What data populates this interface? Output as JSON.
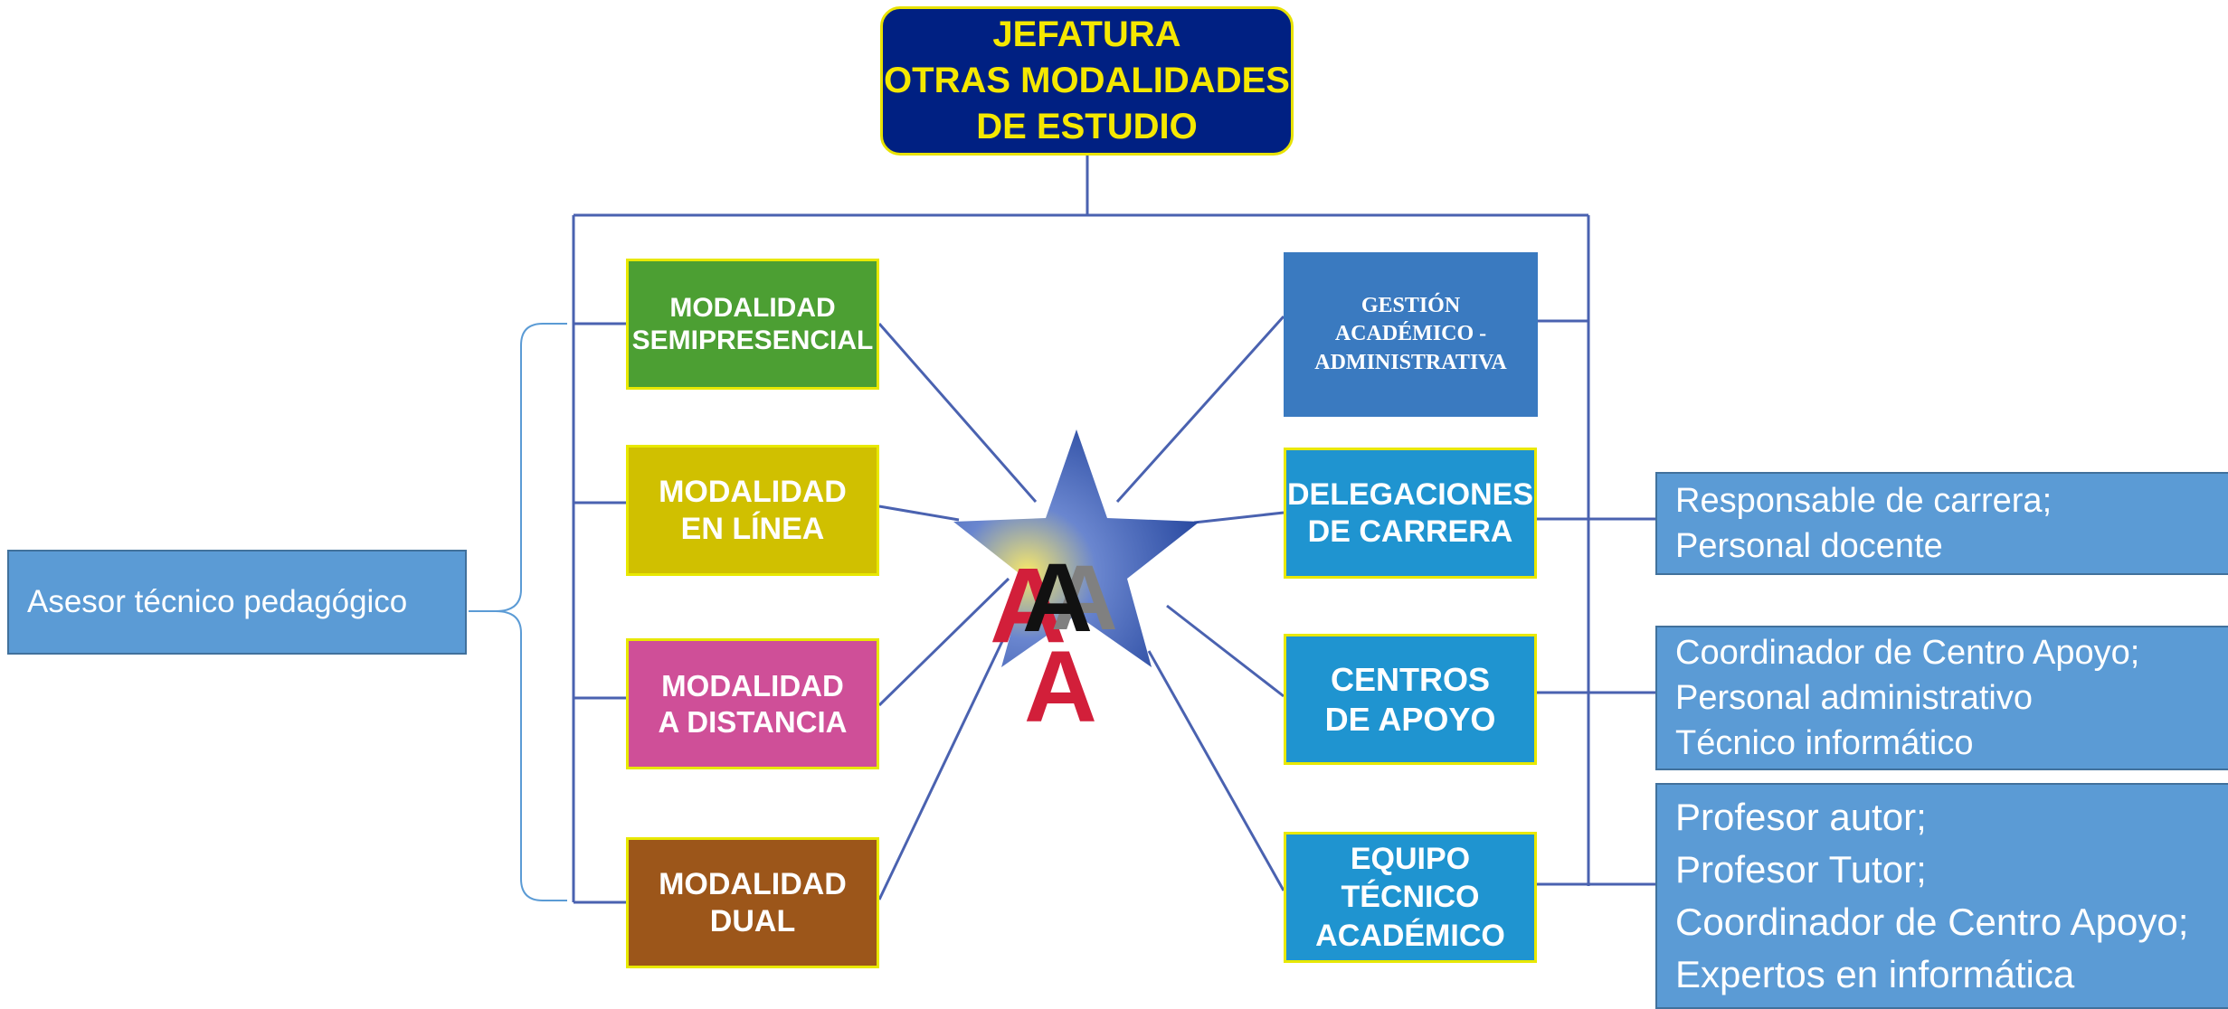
{
  "top_box": {
    "lines": [
      "JEFATURA",
      "OTRAS MODALIDADES",
      "DE ESTUDIO"
    ]
  },
  "left_boxes": [
    {
      "lines": [
        "MODALIDAD",
        "SEMIPRESENCIAL"
      ],
      "color": "#4c9f33"
    },
    {
      "lines": [
        "MODALIDAD",
        "EN LÍNEA"
      ],
      "color": "#d0c000"
    },
    {
      "lines": [
        "MODALIDAD",
        "A DISTANCIA"
      ],
      "color": "#cf4f98"
    },
    {
      "lines": [
        "MODALIDAD",
        "DUAL"
      ],
      "color": "#9c561a"
    }
  ],
  "right_boxes": [
    {
      "lines": [
        "GESTIÓN",
        "ACADÉMICO -",
        "ADMINISTRATIVA"
      ],
      "color": "#3a7ac0"
    },
    {
      "lines": [
        "DELEGACIONES",
        "DE CARRERA"
      ],
      "color": "#1f94d0"
    },
    {
      "lines": [
        "CENTROS",
        "DE APOYO"
      ],
      "color": "#1f94d0"
    },
    {
      "lines": [
        "EQUIPO",
        "TÉCNICO",
        "ACADÉMICO"
      ],
      "color": "#1f94d0"
    }
  ],
  "left_note": {
    "text": "Asesor técnico pedagógico"
  },
  "right_notes": [
    {
      "lines": [
        "Responsable de carrera;",
        "Personal docente"
      ]
    },
    {
      "lines": [
        "Coordinador de Centro Apoyo;",
        "Personal administrativo",
        "Técnico informático"
      ]
    },
    {
      "lines": [
        "Profesor autor;",
        "Profesor Tutor;",
        "Coordinador de Centro Apoyo;",
        "Expertos en informática"
      ]
    }
  ],
  "colors": {
    "connector": "#4a62b0",
    "note_fill": "#5b9bd5",
    "title_fill": "#002082",
    "title_text": "#f5e800"
  }
}
